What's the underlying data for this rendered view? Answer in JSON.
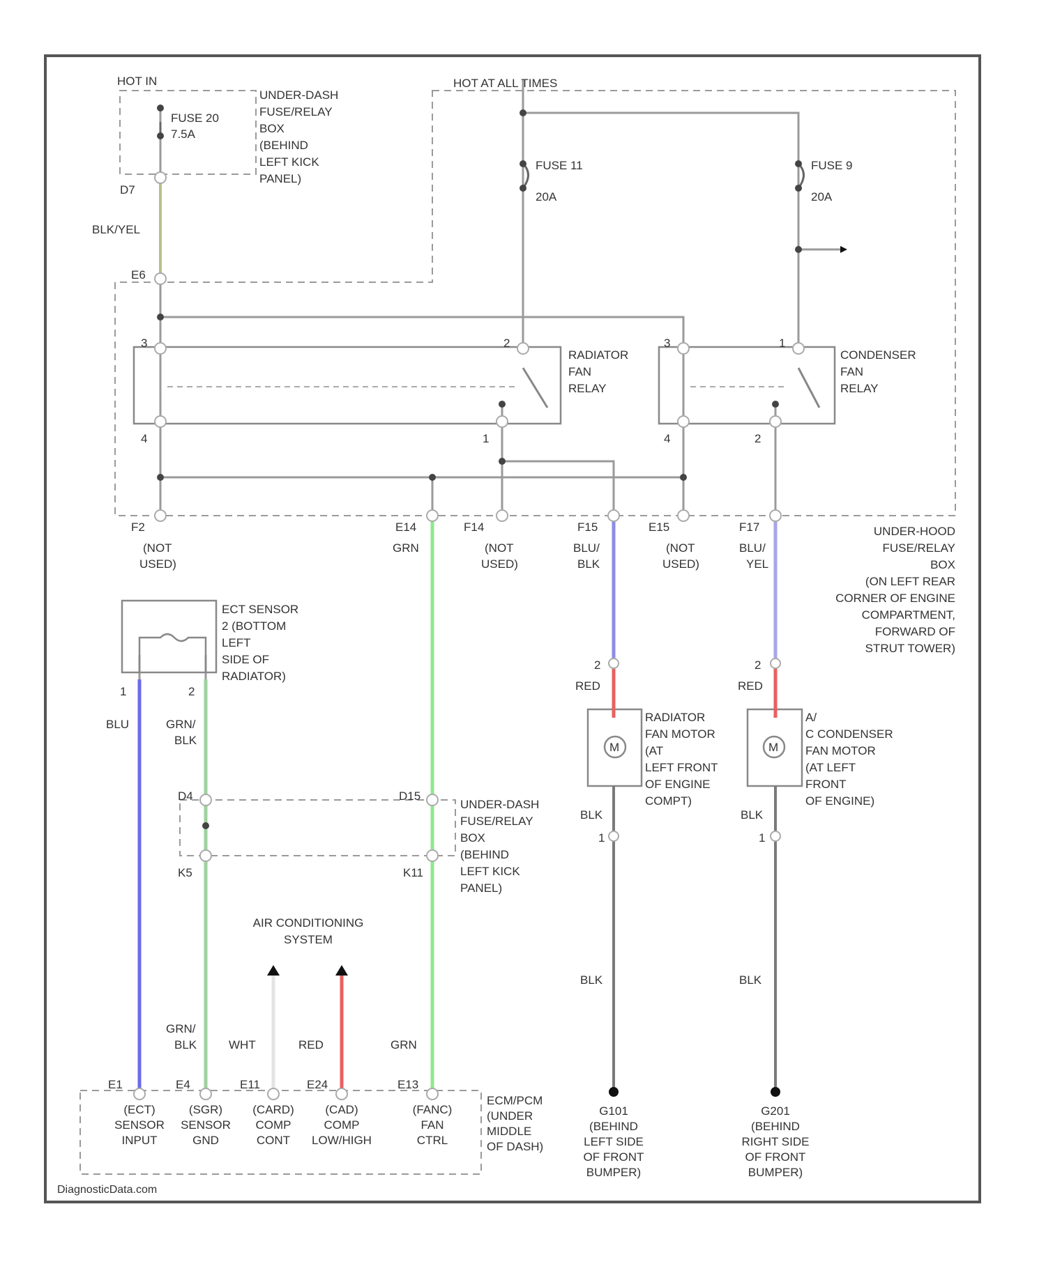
{
  "labels": {
    "hot_in": "HOT IN",
    "fuse20": "FUSE 20",
    "fuse20_rating": "7.5A",
    "udb_top": [
      "UNDER-DASH",
      "FUSE/RELAY",
      "BOX",
      "(BEHIND",
      "LEFT KICK",
      "PANEL)"
    ],
    "hot_all": "HOT AT ALL TIMES",
    "fuse11": "FUSE 11",
    "fuse11_rating": "20A",
    "fuse9": "FUSE 9",
    "fuse9_rating": "20A",
    "c_d7": "D7",
    "blk_yel": "BLK/YEL",
    "c_e6": "E6",
    "rad_relay": [
      "RADIATOR",
      "FAN",
      "RELAY"
    ],
    "cond_relay": [
      "CONDENSER",
      "FAN",
      "RELAY"
    ],
    "pin1": "1",
    "pin2": "2",
    "pin3": "3",
    "pin4": "4",
    "c_f2": "F2",
    "c_e14": "E14",
    "c_f14": "F14",
    "c_f15": "F15",
    "c_e15": "E15",
    "c_f17": "F17",
    "not_used": [
      "(NOT",
      "USED)"
    ],
    "grn": "GRN",
    "blu_blk": [
      "BLU/",
      "BLK"
    ],
    "blu_yel": [
      "BLU/",
      "YEL"
    ],
    "uhfb": [
      "UNDER-HOOD",
      "FUSE/RELAY",
      "BOX",
      "(ON LEFT REAR",
      "CORNER OF ENGINE",
      "COMPARTMENT,",
      "FORWARD OF",
      "STRUT TOWER)"
    ],
    "ect_sensor": [
      "ECT SENSOR",
      "2 (BOTTOM",
      "LEFT",
      "SIDE OF",
      "RADIATOR)"
    ],
    "blu": "BLU",
    "grn_blk": [
      "GRN/",
      "BLK"
    ],
    "red": "RED",
    "rad_motor": [
      "RADIATOR",
      "FAN MOTOR",
      "(AT",
      "LEFT FRONT",
      "OF ENGINE",
      "COMPT)"
    ],
    "cond_motor": [
      "A/",
      "C CONDENSER",
      "FAN MOTOR",
      "(AT LEFT",
      "FRONT",
      "OF ENGINE)"
    ],
    "motor_m": "M",
    "blk": "BLK",
    "c_d4": "D4",
    "c_d15": "D15",
    "c_k5": "K5",
    "c_k11": "K11",
    "udb_mid": [
      "UNDER-DASH",
      "FUSE/RELAY",
      "BOX",
      "(BEHIND",
      "LEFT KICK",
      "PANEL)"
    ],
    "ac_system": [
      "AIR CONDITIONING",
      "SYSTEM"
    ],
    "wht": "WHT",
    "c_e1": "E1",
    "c_e4": "E4",
    "c_e11": "E11",
    "c_e24": "E24",
    "c_e13": "E13",
    "pcm_e1": [
      "(ECT)",
      "SENSOR",
      "INPUT"
    ],
    "pcm_e4": [
      "(SGR)",
      "SENSOR",
      "GND"
    ],
    "pcm_e11": [
      "(CARD)",
      "COMP",
      "CONT"
    ],
    "pcm_e24": [
      "(CAD)",
      "COMP",
      "LOW/HIGH"
    ],
    "pcm_e13": [
      "(FANC)",
      "FAN",
      "CTRL"
    ],
    "ecm_pcm": [
      "ECM/PCM",
      "(UNDER",
      "MIDDLE",
      "OF DASH)"
    ],
    "g101": [
      "G101",
      "(BEHIND",
      "LEFT SIDE",
      "OF FRONT",
      "BUMPER)"
    ],
    "g201": [
      "G201",
      "(BEHIND",
      "RIGHT SIDE",
      "OF FRONT",
      "BUMPER)"
    ],
    "watermark": "DiagnosticData.com"
  },
  "wire_colors": {
    "blk_yel": "#b8c08a",
    "grn": "#8fe88f",
    "blu_blk": "#8c8ce6",
    "blu_yel": "#a6a6ea",
    "red": "#e86060",
    "blu": "#6b6bea",
    "grn_blk": "#9ed19e",
    "wht": "#e4e4e4",
    "blk": "#7a7a7a"
  }
}
